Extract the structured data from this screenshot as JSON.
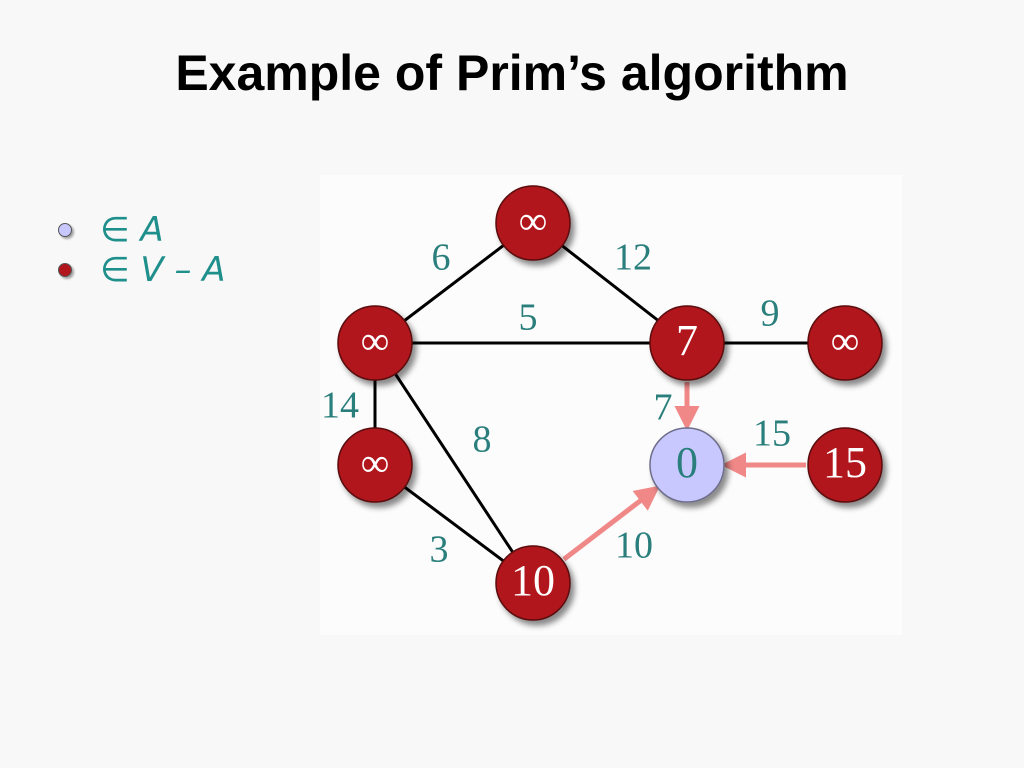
{
  "title": "Example of Prim’s algorithm",
  "legend": [
    {
      "symbol": "∈ A",
      "color": "#c8c8ff"
    },
    {
      "symbol": "∈ V – A",
      "color": "#b0161c"
    }
  ],
  "colors": {
    "in_tree": "#c8c8ff",
    "not_in_tree": "#b0161c",
    "edge": "#000000",
    "highlight_edge": "#f08888",
    "weight_label": "#2a7f7c"
  },
  "graph": {
    "nodes": [
      {
        "id": "top",
        "label": "∞",
        "in_tree": false
      },
      {
        "id": "left-mid",
        "label": "∞",
        "in_tree": false
      },
      {
        "id": "center",
        "label": "7",
        "in_tree": false
      },
      {
        "id": "right-mid",
        "label": "∞",
        "in_tree": false
      },
      {
        "id": "left-low",
        "label": "∞",
        "in_tree": false
      },
      {
        "id": "root",
        "label": "0",
        "in_tree": true
      },
      {
        "id": "right-low",
        "label": "15",
        "in_tree": false
      },
      {
        "id": "bottom",
        "label": "10",
        "in_tree": false
      }
    ],
    "edges": [
      {
        "from": "left-mid",
        "to": "top",
        "weight": "6",
        "highlight": false
      },
      {
        "from": "top",
        "to": "center",
        "weight": "12",
        "highlight": false
      },
      {
        "from": "left-mid",
        "to": "center",
        "weight": "5",
        "highlight": false
      },
      {
        "from": "center",
        "to": "right-mid",
        "weight": "9",
        "highlight": false
      },
      {
        "from": "left-mid",
        "to": "left-low",
        "weight": "14",
        "highlight": false
      },
      {
        "from": "left-mid",
        "to": "bottom",
        "weight": "8",
        "highlight": false
      },
      {
        "from": "left-low",
        "to": "bottom",
        "weight": "3",
        "highlight": false
      },
      {
        "from": "center",
        "to": "root",
        "weight": "7",
        "highlight": true
      },
      {
        "from": "right-low",
        "to": "root",
        "weight": "15",
        "highlight": true
      },
      {
        "from": "bottom",
        "to": "root",
        "weight": "10",
        "highlight": true
      }
    ]
  }
}
